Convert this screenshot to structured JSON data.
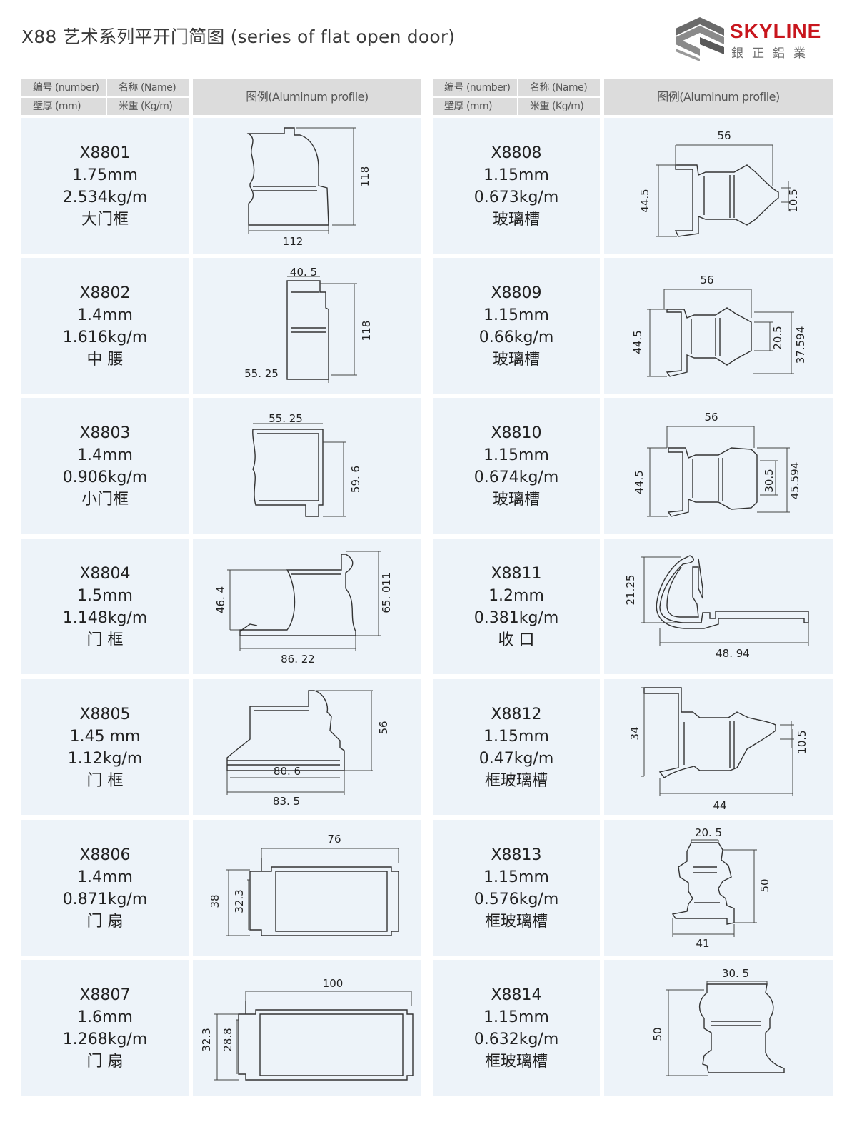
{
  "title": "X88 艺术系列平开门简图 (series of flat open door)",
  "logo": {
    "name": "SKYLINE",
    "sub": "銀正鋁業"
  },
  "header": {
    "number": "编号 (number)",
    "name": "名称 (Name)",
    "thickness": "壁厚 (mm)",
    "weight": "米重 (Kg/m)",
    "figure": "图例(Aluminum profile)"
  },
  "left": [
    {
      "code": "X8801",
      "thickness": "1.75mm",
      "weight": "2.534kg/m",
      "name": "大门框",
      "dims": [
        "118",
        "112"
      ]
    },
    {
      "code": "X8802",
      "thickness": "1.4mm",
      "weight": "1.616kg/m",
      "name": "中 腰",
      "dims": [
        "40. 5",
        "118",
        "55. 25"
      ]
    },
    {
      "code": "X8803",
      "thickness": "1.4mm",
      "weight": "0.906kg/m",
      "name": "小门框",
      "dims": [
        "55. 25",
        "59. 6"
      ]
    },
    {
      "code": "X8804",
      "thickness": "1.5mm",
      "weight": "1.148kg/m",
      "name": "门 框",
      "dims": [
        "46. 4",
        "65. 011",
        "86. 22"
      ]
    },
    {
      "code": "X8805",
      "thickness": "1.45 mm",
      "weight": "1.12kg/m",
      "name": "门 框",
      "dims": [
        "56",
        "80. 6",
        "83. 5"
      ]
    },
    {
      "code": "X8806",
      "thickness": "1.4mm",
      "weight": "0.871kg/m",
      "name": "门 扇",
      "dims": [
        "76",
        "38",
        "32.3"
      ]
    },
    {
      "code": "X8807",
      "thickness": "1.6mm",
      "weight": "1.268kg/m",
      "name": "门 扇",
      "dims": [
        "100",
        "32.3",
        "28.8"
      ]
    }
  ],
  "right": [
    {
      "code": "X8808",
      "thickness": "1.15mm",
      "weight": "0.673kg/m",
      "name": "玻璃槽",
      "dims": [
        "56",
        "44.5",
        "10.5"
      ]
    },
    {
      "code": "X8809",
      "thickness": "1.15mm",
      "weight": "0.66kg/m",
      "name": "玻璃槽",
      "dims": [
        "56",
        "44.5",
        "20.5",
        "37.594"
      ]
    },
    {
      "code": "X8810",
      "thickness": "1.15mm",
      "weight": "0.674kg/m",
      "name": "玻璃槽",
      "dims": [
        "56",
        "44.5",
        "30.5",
        "45.594"
      ]
    },
    {
      "code": "X8811",
      "thickness": "1.2mm",
      "weight": "0.381kg/m",
      "name": "收 口",
      "dims": [
        "21.25",
        "48. 94"
      ]
    },
    {
      "code": "X8812",
      "thickness": "1.15mm",
      "weight": "0.47kg/m",
      "name": "框玻璃槽",
      "dims": [
        "34",
        "10.5",
        "44"
      ]
    },
    {
      "code": "X8813",
      "thickness": "1.15mm",
      "weight": "0.576kg/m",
      "name": "框玻璃槽",
      "dims": [
        "20. 5",
        "50",
        "41"
      ]
    },
    {
      "code": "X8814",
      "thickness": "1.15mm",
      "weight": "0.632kg/m",
      "name": "框玻璃槽",
      "dims": [
        "30. 5",
        "50"
      ]
    }
  ]
}
